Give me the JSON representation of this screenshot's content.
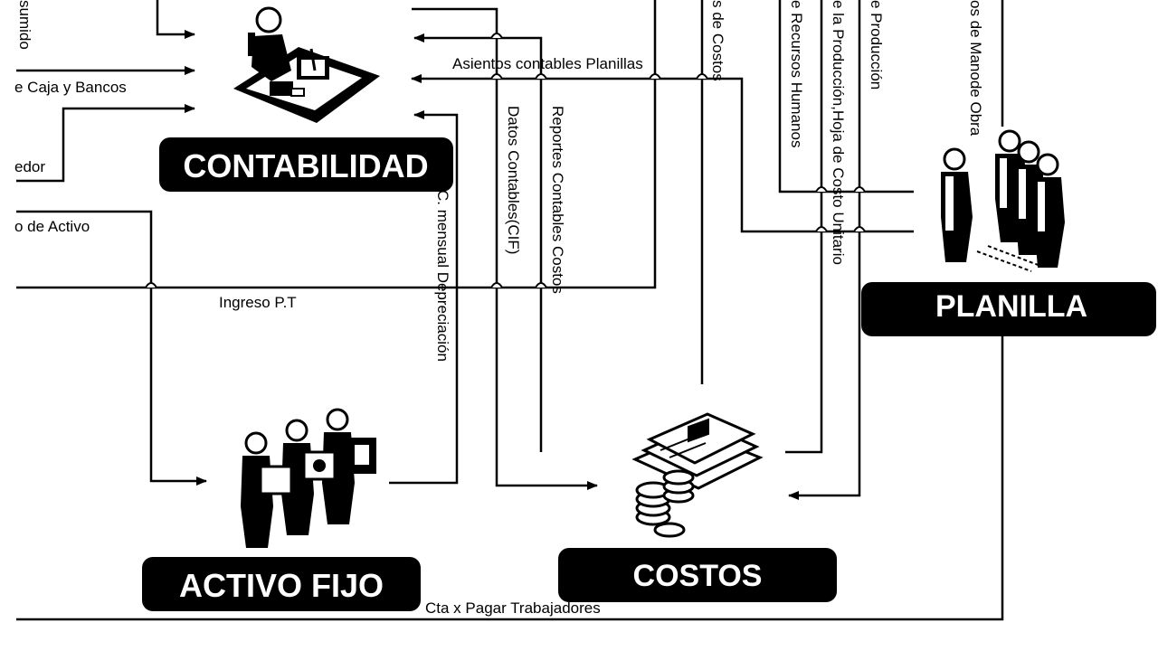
{
  "nodes": {
    "contabilidad": {
      "title": "CONTABILIDAD"
    },
    "planilla": {
      "title": "PLANILLA"
    },
    "activo_fijo": {
      "title": "ACTIVO FIJO"
    },
    "costos": {
      "title": "COSTOS"
    }
  },
  "labels": {
    "caja_bancos": "e Caja y Bancos",
    "consumido": "sumido",
    "proveedor": "edor",
    "registro_activo": "o de Activo",
    "ingreso_pt": "Ingreso P.T",
    "asientos_planillas": "Asientos contables Planillas",
    "dep_mensual": "C. mensual Depreciación",
    "datos_contables": "Datos Contables(CIF)",
    "reportes_costos": "Reportes Contables Costos",
    "reporte_costos_top": "s de Costos",
    "recursos_humanos": "e Recursos Humanos",
    "hoja_costo": "e la Producción,Hoja de Costo Unitario",
    "produccion": "e Producción",
    "manode_obra": "os de Manode Obra",
    "cta_pagar": "Cta x Pagar Trabajadores"
  },
  "colors": {
    "line": "#000000",
    "badge": "#000000",
    "badge_text": "#ffffff",
    "background": "#ffffff"
  }
}
